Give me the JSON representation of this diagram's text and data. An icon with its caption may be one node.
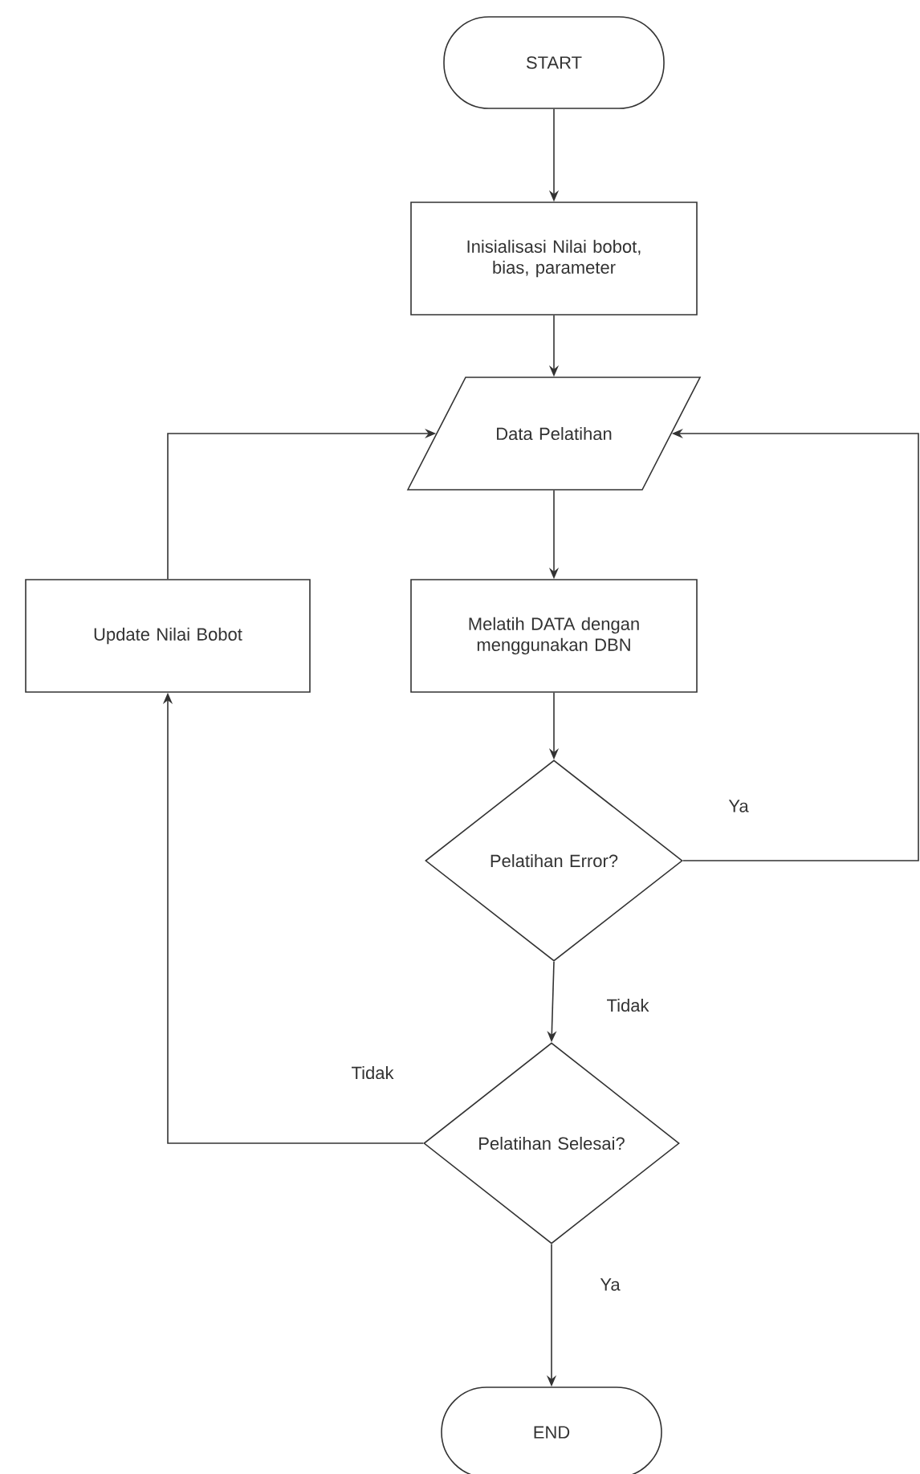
{
  "diagram": {
    "nodes": [
      {
        "text": [
          "START"
        ]
      },
      {
        "text": [
          "Inisialisasi Nilai bobot, bias, parameter"
        ]
      },
      {
        "text": [
          "Data Pelatihan"
        ]
      },
      {
        "text": [
          "Update Nilai Bobot"
        ]
      },
      {
        "text": [
          "Melatih DATA dengan menggunakan DBN"
        ]
      },
      {
        "text": [
          "Pelatihan Error?"
        ]
      },
      {
        "text": [
          "Pelatihan Selesai?"
        ]
      },
      {
        "text": [
          "END"
        ]
      }
    ],
    "edges": [
      {
        "from": 0,
        "to": 1,
        "arrow": "to"
      },
      {
        "from": 1,
        "to": 2,
        "arrow": "to"
      },
      {
        "from": 2,
        "to": 4,
        "arrow": "to"
      },
      {
        "from": 4,
        "to": 5,
        "arrow": "to"
      },
      {
        "from": 5,
        "to": 2,
        "arrow": "to",
        "label": "Ya"
      },
      {
        "from": 5,
        "to": 6,
        "arrow": "to",
        "label": "Tidak"
      },
      {
        "from": 6,
        "to": 3,
        "arrow": "to",
        "label": "Tidak"
      },
      {
        "from": 3,
        "to": 2,
        "arrow": "to"
      },
      {
        "from": 6,
        "to": 7,
        "arrow": "to",
        "label": "Ya"
      }
    ]
  }
}
